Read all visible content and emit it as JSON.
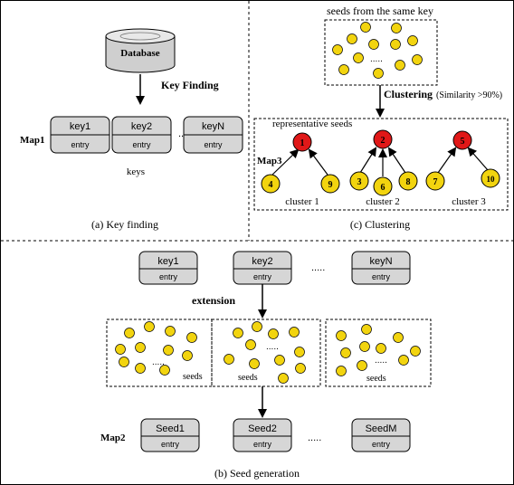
{
  "colors": {
    "box_fill": "#d6d6d6",
    "seed_yellow": "#f2d40f",
    "seed_red": "#e01818",
    "db_fill": "#cfcfcf",
    "line": "#000000"
  },
  "panel_a": {
    "db_label": "Database",
    "arrow_label": "Key Finding",
    "map_label": "Map1",
    "keys": [
      {
        "name": "key1",
        "sub": "entry"
      },
      {
        "name": "key2",
        "sub": "entry"
      },
      {
        "name": "keyN",
        "sub": "entry"
      }
    ],
    "dots": ".......",
    "keys_caption": "keys",
    "caption": "(a) Key finding"
  },
  "panel_c": {
    "seeds_title": "seeds from the same key",
    "seeds_dots": ".....",
    "clustering_label": "Clustering",
    "similarity_label": "(Similarity >90%)",
    "rep_label": "representative seeds",
    "map_label": "Map3",
    "reps": [
      "1",
      "2",
      "5"
    ],
    "members": [
      "4",
      "9",
      "3",
      "6",
      "8",
      "7",
      "10"
    ],
    "clusters": [
      "cluster 1",
      "cluster 2",
      "cluster 3"
    ],
    "caption": "(c) Clustering"
  },
  "panel_b": {
    "keys": [
      {
        "name": "key1",
        "sub": "entry"
      },
      {
        "name": "key2",
        "sub": "entry"
      },
      {
        "name": "keyN",
        "sub": "entry"
      }
    ],
    "dots_top": ".....",
    "extension_label": "extension",
    "group_dots": ".....",
    "seeds_label": "seeds",
    "map_label": "Map2",
    "seedboxes": [
      {
        "name": "Seed1",
        "sub": "entry"
      },
      {
        "name": "Seed2",
        "sub": "entry"
      },
      {
        "name": "SeedM",
        "sub": "entry"
      }
    ],
    "dots_bottom": ".....",
    "caption": "(b) Seed generation"
  }
}
